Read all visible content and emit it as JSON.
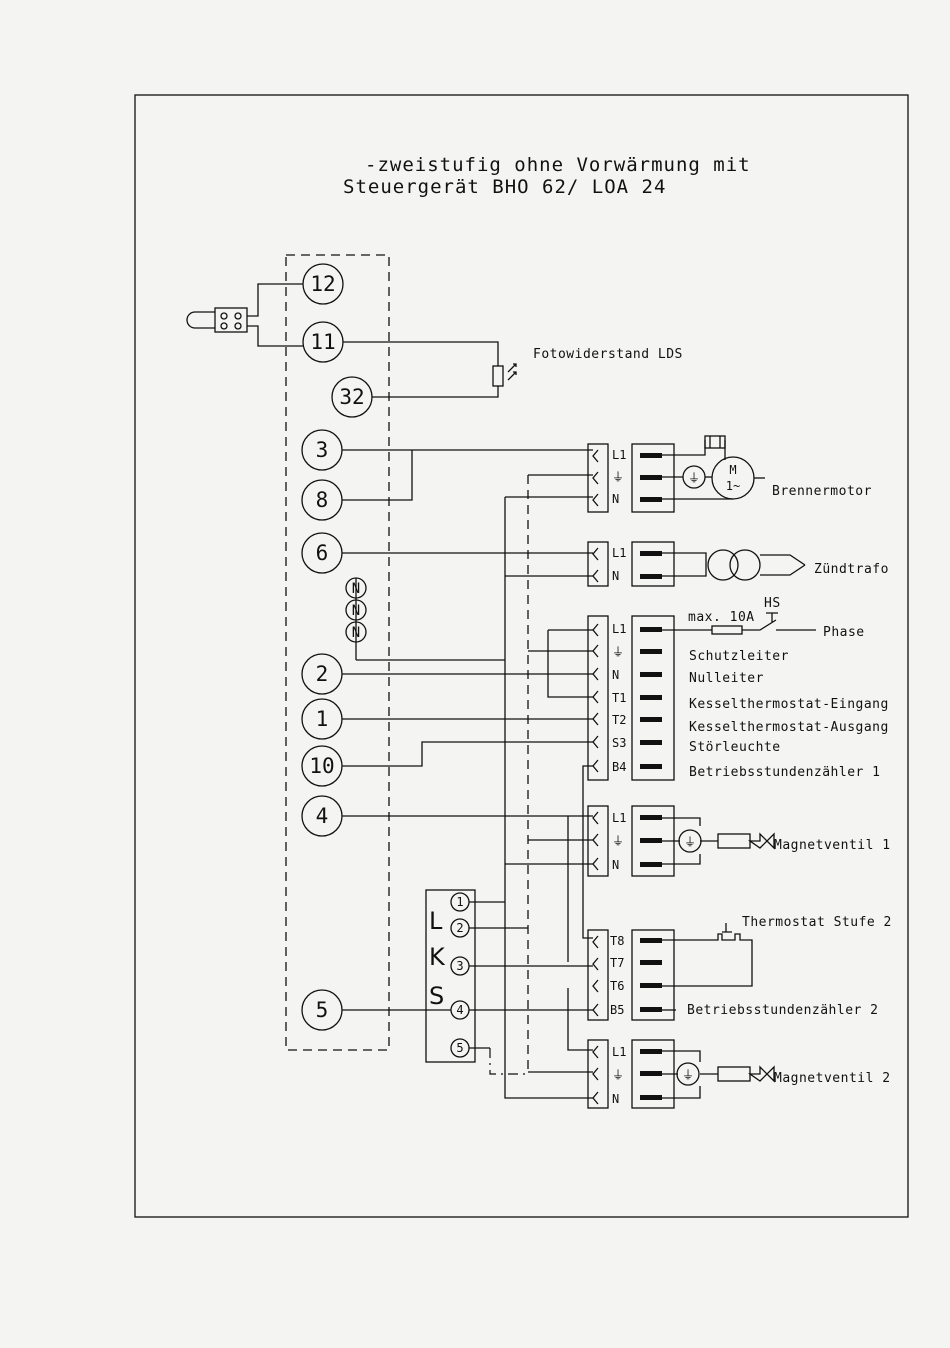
{
  "title": {
    "line1": "-zweistufig ohne Vorwärmung mit",
    "line2": "Steuergerät BHO 62/ LOA 24"
  },
  "terminals": [
    "12",
    "11",
    "32",
    "3",
    "8",
    "6",
    "2",
    "1",
    "10",
    "4",
    "5"
  ],
  "neutral_marks": [
    "N",
    "N",
    "N"
  ],
  "lks": {
    "letters": [
      "L",
      "K",
      "S"
    ],
    "pins": [
      "1",
      "2",
      "3",
      "4",
      "5"
    ]
  },
  "photo_resistor_label": "Fotowiderstand LDS",
  "plugs": {
    "burner_motor": {
      "pins": [
        "L1",
        "⏚",
        "N"
      ],
      "label": "Brennermotor",
      "motor_symbol": "M",
      "motor_sub": "1~"
    },
    "ignition": {
      "pins": [
        "L1",
        "N"
      ],
      "label": "Zündtrafo"
    },
    "main": {
      "pins": [
        "L1",
        "⏚",
        "N",
        "T1",
        "T2",
        "S3",
        "B4"
      ],
      "labels": [
        "Schutzleiter",
        "Nulleiter",
        "Kesselthermostat-Eingang",
        "Kesselthermostat-Ausgang",
        "Störleuchte",
        "Betriebsstundenzähler 1"
      ],
      "fuse_label": "max. 10A",
      "switch_label": "HS",
      "phase_label": "Phase"
    },
    "valve1": {
      "pins": [
        "L1",
        "⏚",
        "N"
      ],
      "label": "Magnetventil 1"
    },
    "stage2": {
      "pins": [
        "T8",
        "T7",
        "T6",
        "B5"
      ],
      "thermostat_label": "Thermostat Stufe 2",
      "counter_label": "Betriebsstundenzähler 2"
    },
    "valve2": {
      "pins": [
        "L1",
        "⏚",
        "N"
      ],
      "label": "Magnetventil 2"
    }
  }
}
